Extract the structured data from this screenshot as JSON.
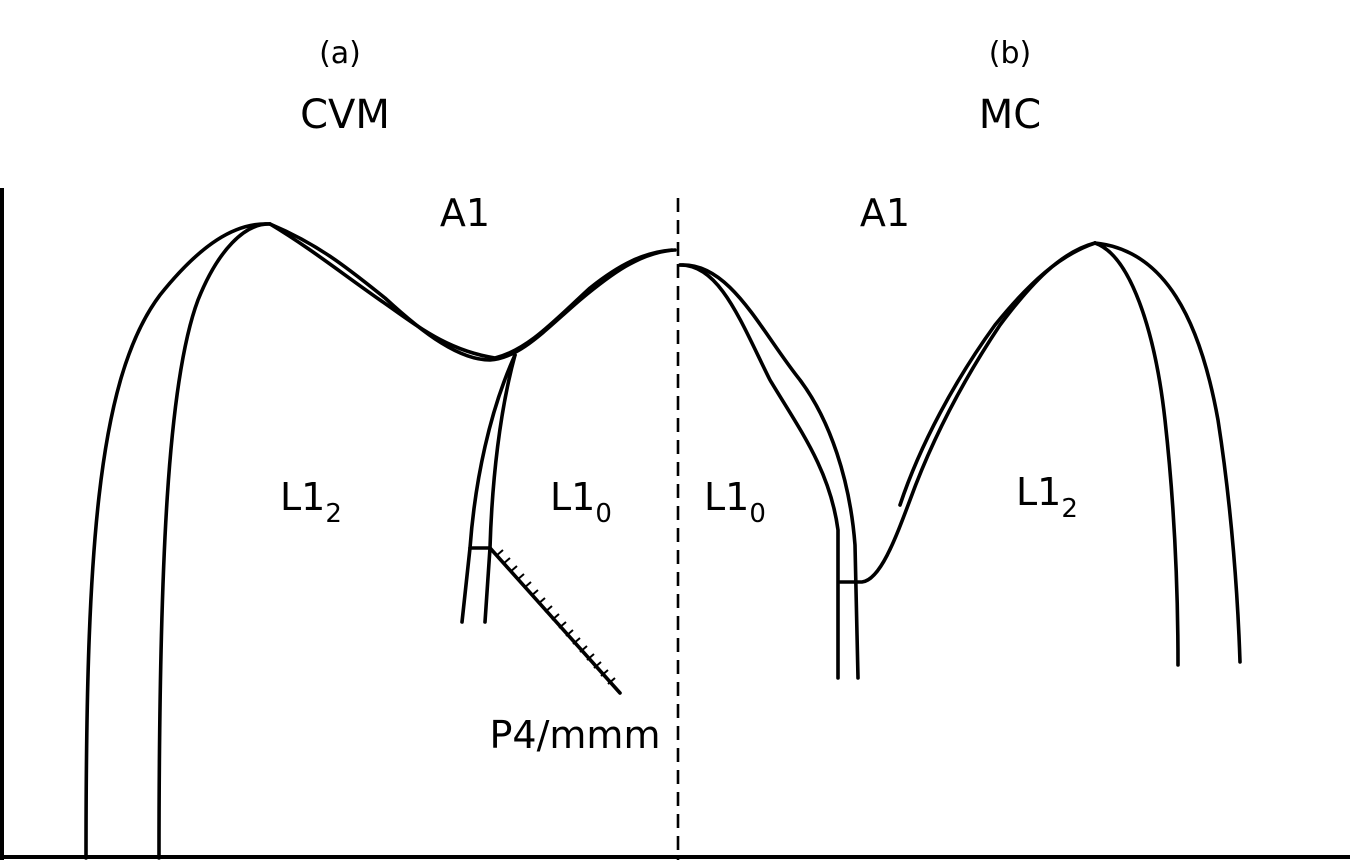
{
  "panels": {
    "a": {
      "tag": "(a)",
      "method": "CVM"
    },
    "b": {
      "tag": "(b)",
      "method": "MC"
    }
  },
  "phases": {
    "a_A1": "A1",
    "a_L12": {
      "base": "L1",
      "sub": "2"
    },
    "a_L10": {
      "base": "L1",
      "sub": "0"
    },
    "b_A1": "A1",
    "b_L10": {
      "base": "L1",
      "sub": "0"
    },
    "b_L12": {
      "base": "L1",
      "sub": "2"
    }
  },
  "annotation": "P4/mmm"
}
